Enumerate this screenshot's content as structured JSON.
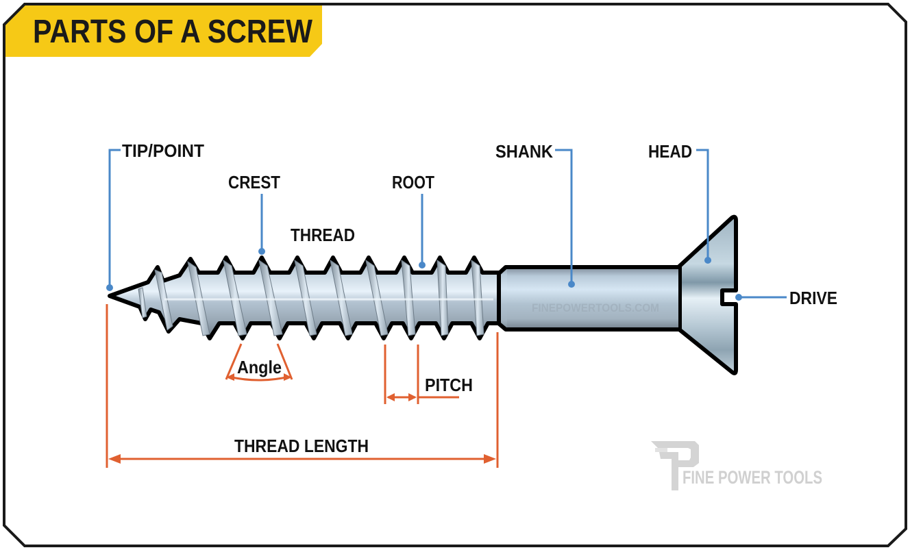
{
  "title": "PARTS OF A SCREW",
  "colors": {
    "title_bg": "#f6c916",
    "frame": "#1a1a1a",
    "callout_line": "#4a88c8",
    "dimension_line": "#e06030",
    "text": "#111111",
    "logo": "#d0d0d0"
  },
  "labels": {
    "tip": "TIP/POINT",
    "crest": "CREST",
    "thread": "THREAD",
    "root": "ROOT",
    "shank": "SHANK",
    "head": "HEAD",
    "drive": "DRIVE",
    "angle": "Angle",
    "pitch": "PITCH",
    "thread_length": "THREAD LENGTH"
  },
  "watermark": "FINEPOWERTOOLS.COM",
  "logo": {
    "mark": "FP",
    "text": "FINE POWER TOOLS"
  }
}
